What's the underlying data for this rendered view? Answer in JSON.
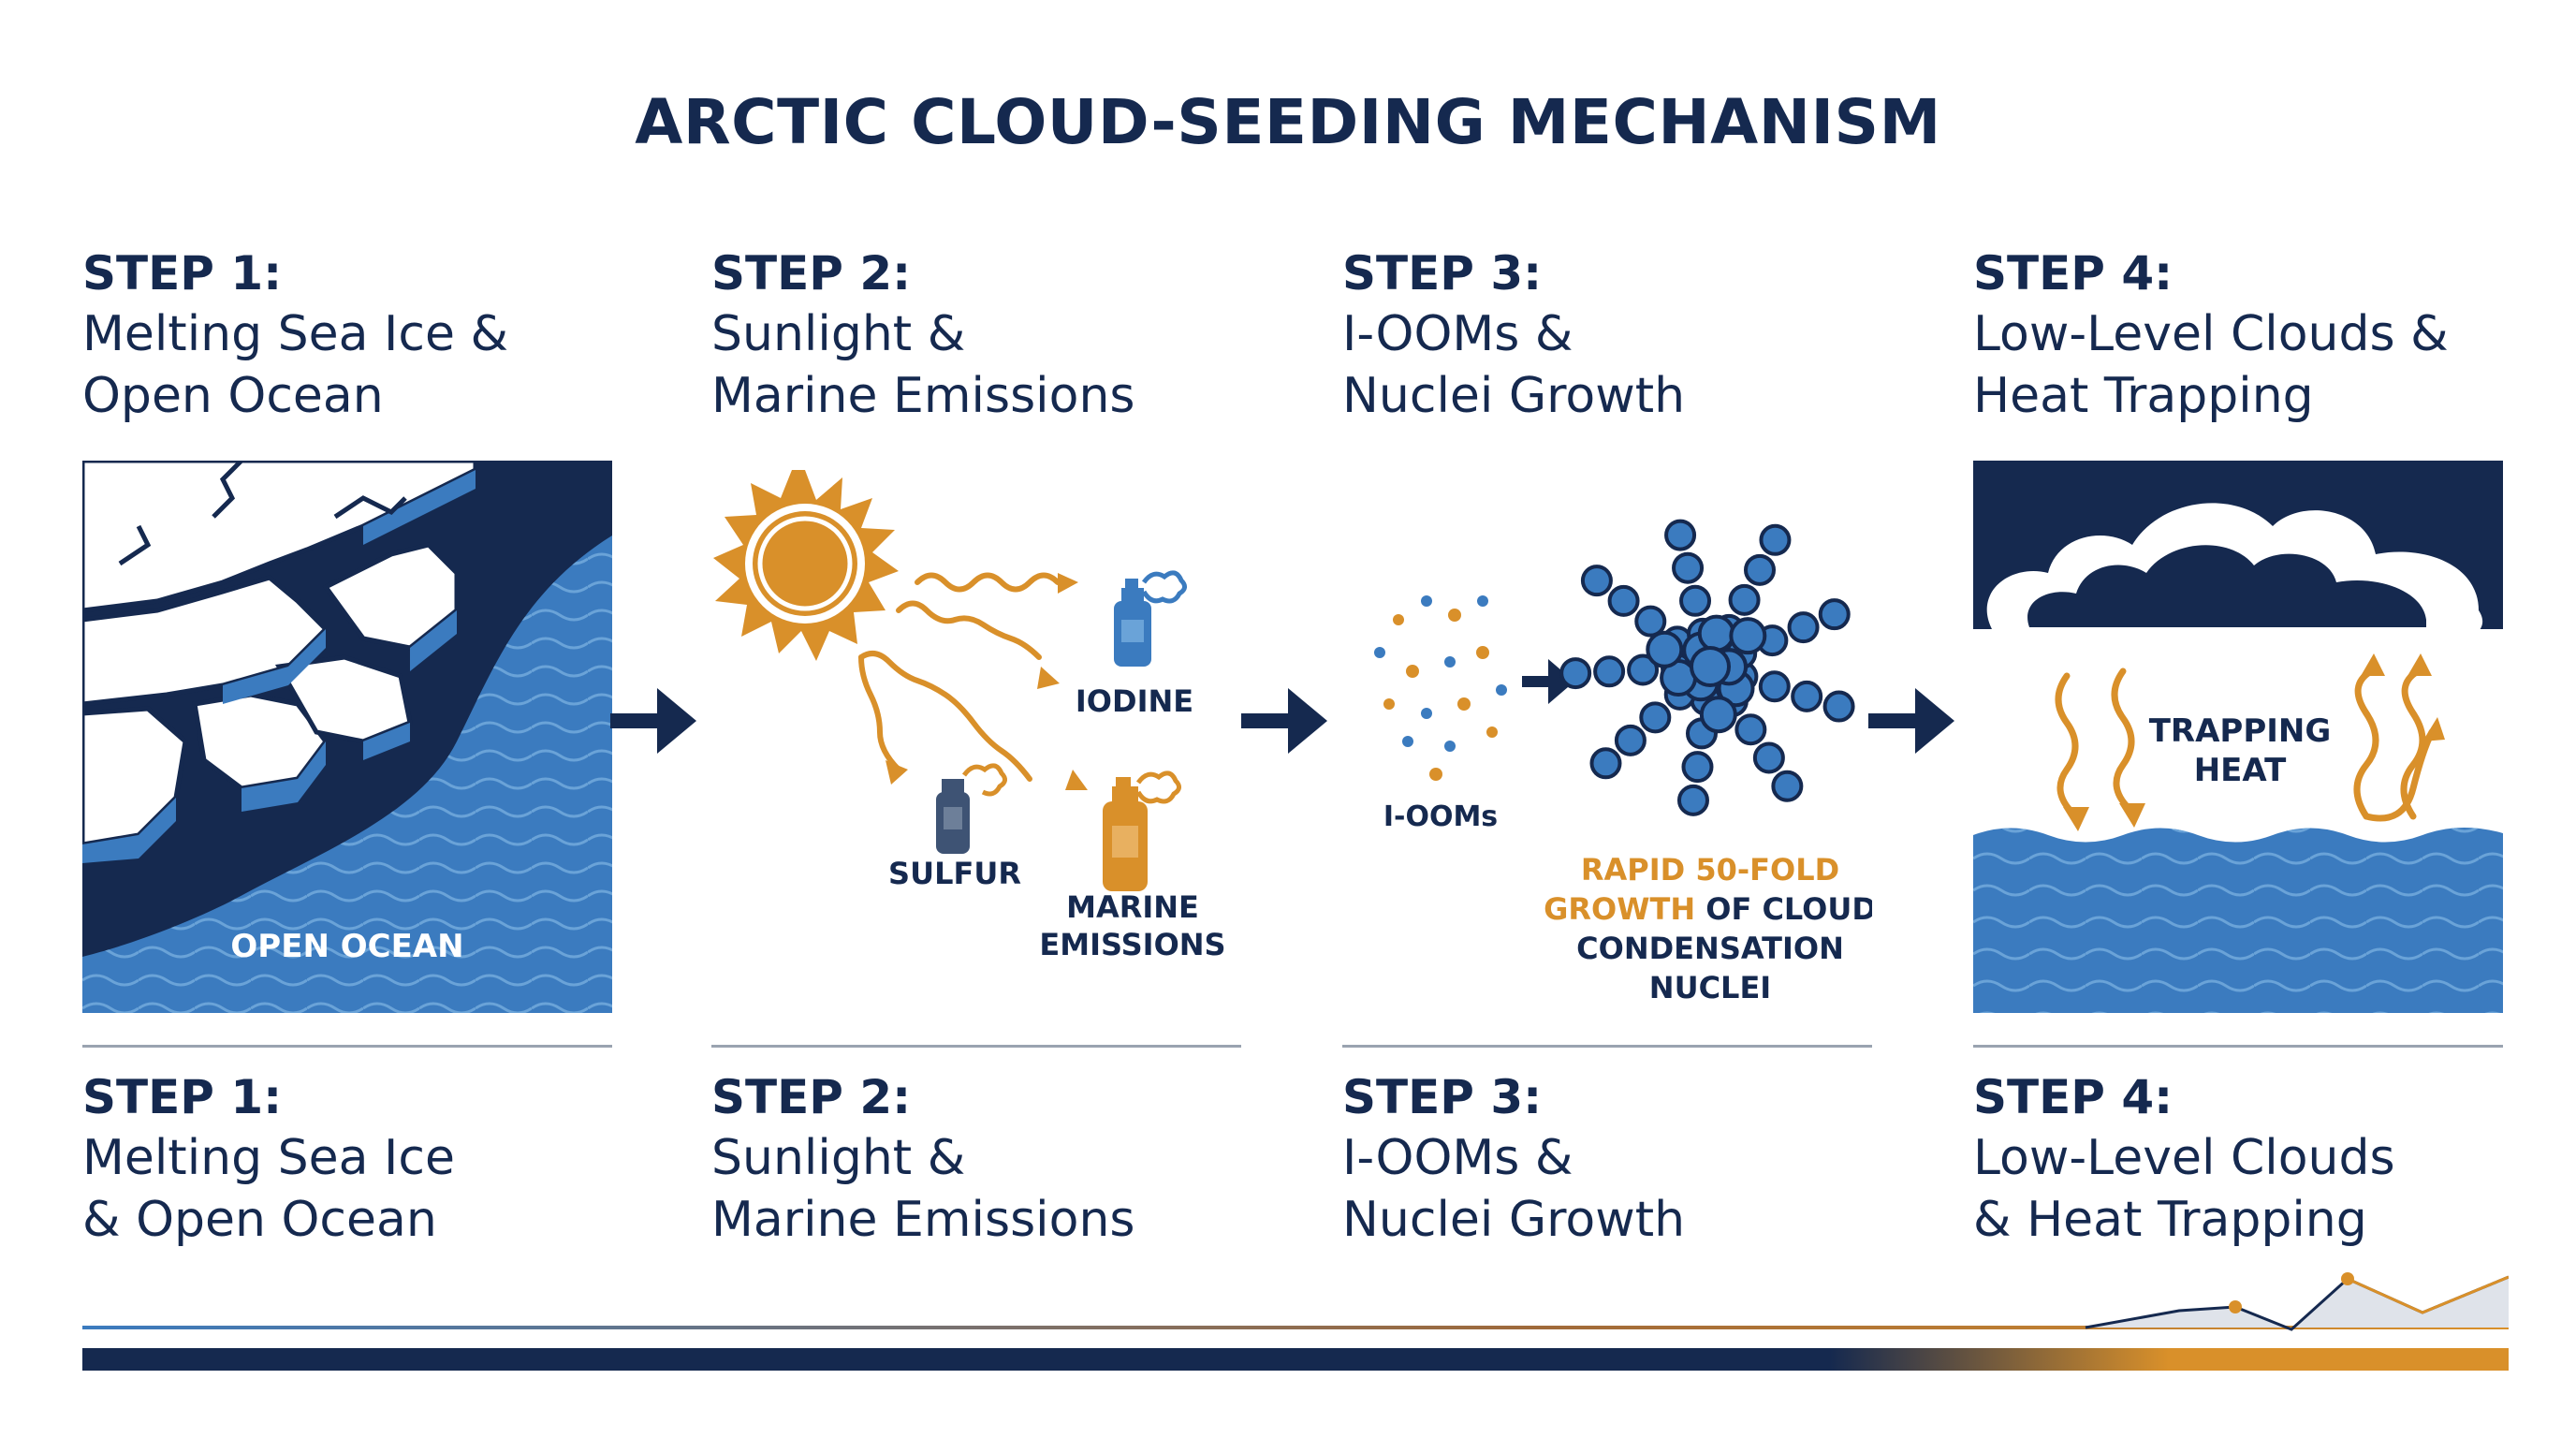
{
  "title": "ARCTIC CLOUD-SEEDING MECHANISM",
  "steps_top": [
    {
      "num": "STEP 1:",
      "name": "Melting Sea Ice &\nOpen Ocean"
    },
    {
      "num": "STEP 2:",
      "name": "Sunlight &\nMarine Emissions"
    },
    {
      "num": "STEP 3:",
      "name": "I-OOMs &\nNuclei Growth"
    },
    {
      "num": "STEP 4:",
      "name": "Low-Level Clouds &\nHeat Trapping"
    }
  ],
  "steps_bottom": [
    {
      "num": "STEP 1:",
      "name": "Melting Sea Ice\n& Open Ocean"
    },
    {
      "num": "STEP 2:",
      "name": "Sunlight &\nMarine Emissions"
    },
    {
      "num": "STEP 3:",
      "name": "I-OOMs &\nNuclei Growth"
    },
    {
      "num": "STEP 4:",
      "name": "Low-Level Clouds\n& Heat Trapping"
    }
  ],
  "panel1": {
    "ocean_label": "OPEN OCEAN"
  },
  "panel2": {
    "iodine": "IODINE",
    "sulfur": "SULFUR",
    "marine_1": "MARINE",
    "marine_2": "EMISSIONS"
  },
  "panel3": {
    "iooms": "I-OOMs",
    "growth_line1": "RAPID 50-FOLD",
    "growth_line2a": "GROWTH",
    "growth_line2b": " OF CLOUD",
    "growth_line3": "CONDENSATION",
    "growth_line4": "NUCLEI"
  },
  "panel4": {
    "heat_line1": "TRAPPING",
    "heat_line2": "HEAT"
  },
  "colors": {
    "navy": "#15294f",
    "blue": "#3b7bbf",
    "orange": "#d9902a",
    "white": "#ffffff"
  },
  "icons": [
    "sun-icon",
    "spray-can-icon",
    "arrow-right-icon",
    "particle-cluster-icon",
    "cloud-icon",
    "heat-arrow-icon"
  ]
}
